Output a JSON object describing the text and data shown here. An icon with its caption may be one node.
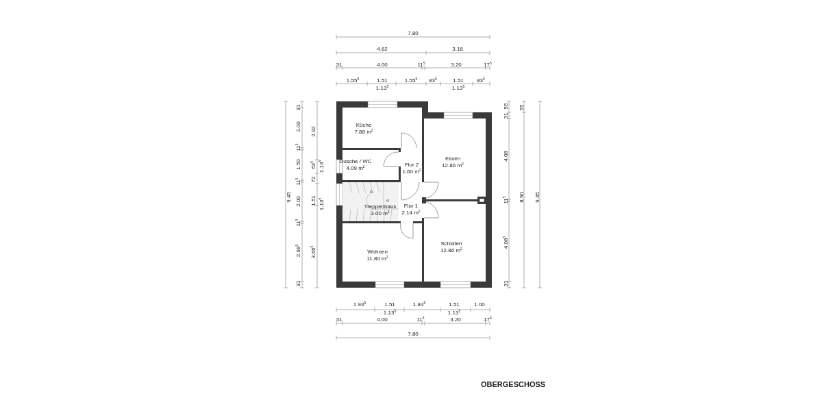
{
  "diagram": {
    "title": "OBERGESCHOSS",
    "nodes": [
      {
        "text": [
          "Küche",
          "7.88 m$^{2}$"
        ]
      },
      {
        "text": [
          "Dusche / WC",
          "4.09 m$^{2}$"
        ]
      },
      {
        "text": [
          "Flur 2",
          "1.60 m$^{2}$"
        ]
      },
      {
        "text": [
          "Treppenhaus",
          "3.00 m$^{2}$"
        ]
      },
      {
        "text": [
          "Flur 1",
          "2.14 m$^{2}$"
        ]
      },
      {
        "text": [
          "Wohnen",
          "11.80 m$^{2}$"
        ]
      },
      {
        "text": [
          "Essen",
          "12.86 m$^{2}$"
        ]
      },
      {
        "text": [
          "Schlafen",
          "12.86 m$^{2}$"
        ]
      }
    ],
    "labels": [
      "7.80",
      "4.62",
      "3.18",
      "31",
      "4.00",
      "11$^{5}$",
      "3.20",
      "17$^{5}$",
      "1.55$^{5}$",
      "1.51",
      "1.55$^{5}$",
      "83$^{5}$",
      "1.51",
      "83$^{5}$",
      "1.13$^{5}$",
      "1.13$^{5}$",
      "9.45",
      "31",
      "2.00",
      "11$^{5}$",
      "1.50",
      "11$^{5}$",
      "2.00",
      "11$^{5}$",
      "2.98$^{5}$",
      "31",
      "2.92",
      "63$^{5}$",
      "72",
      "1.51",
      "3.66$^{5}$",
      "1.13$^{5}$",
      "1.13$^{5}$",
      "55",
      "31",
      "4.08",
      "11$^{5}$",
      "4.08$^{5}$",
      "31",
      "55",
      "8.90",
      "9.45",
      "1.93$^{5}$",
      "1.51",
      "1.84$^{5}$",
      "1.51",
      "1.00",
      "1.13$^{5}$",
      "1.13$^{5}$",
      "31",
      "4.00",
      "11$^{5}$",
      "3.20",
      "17$^{5}$",
      "7.80"
    ]
  }
}
